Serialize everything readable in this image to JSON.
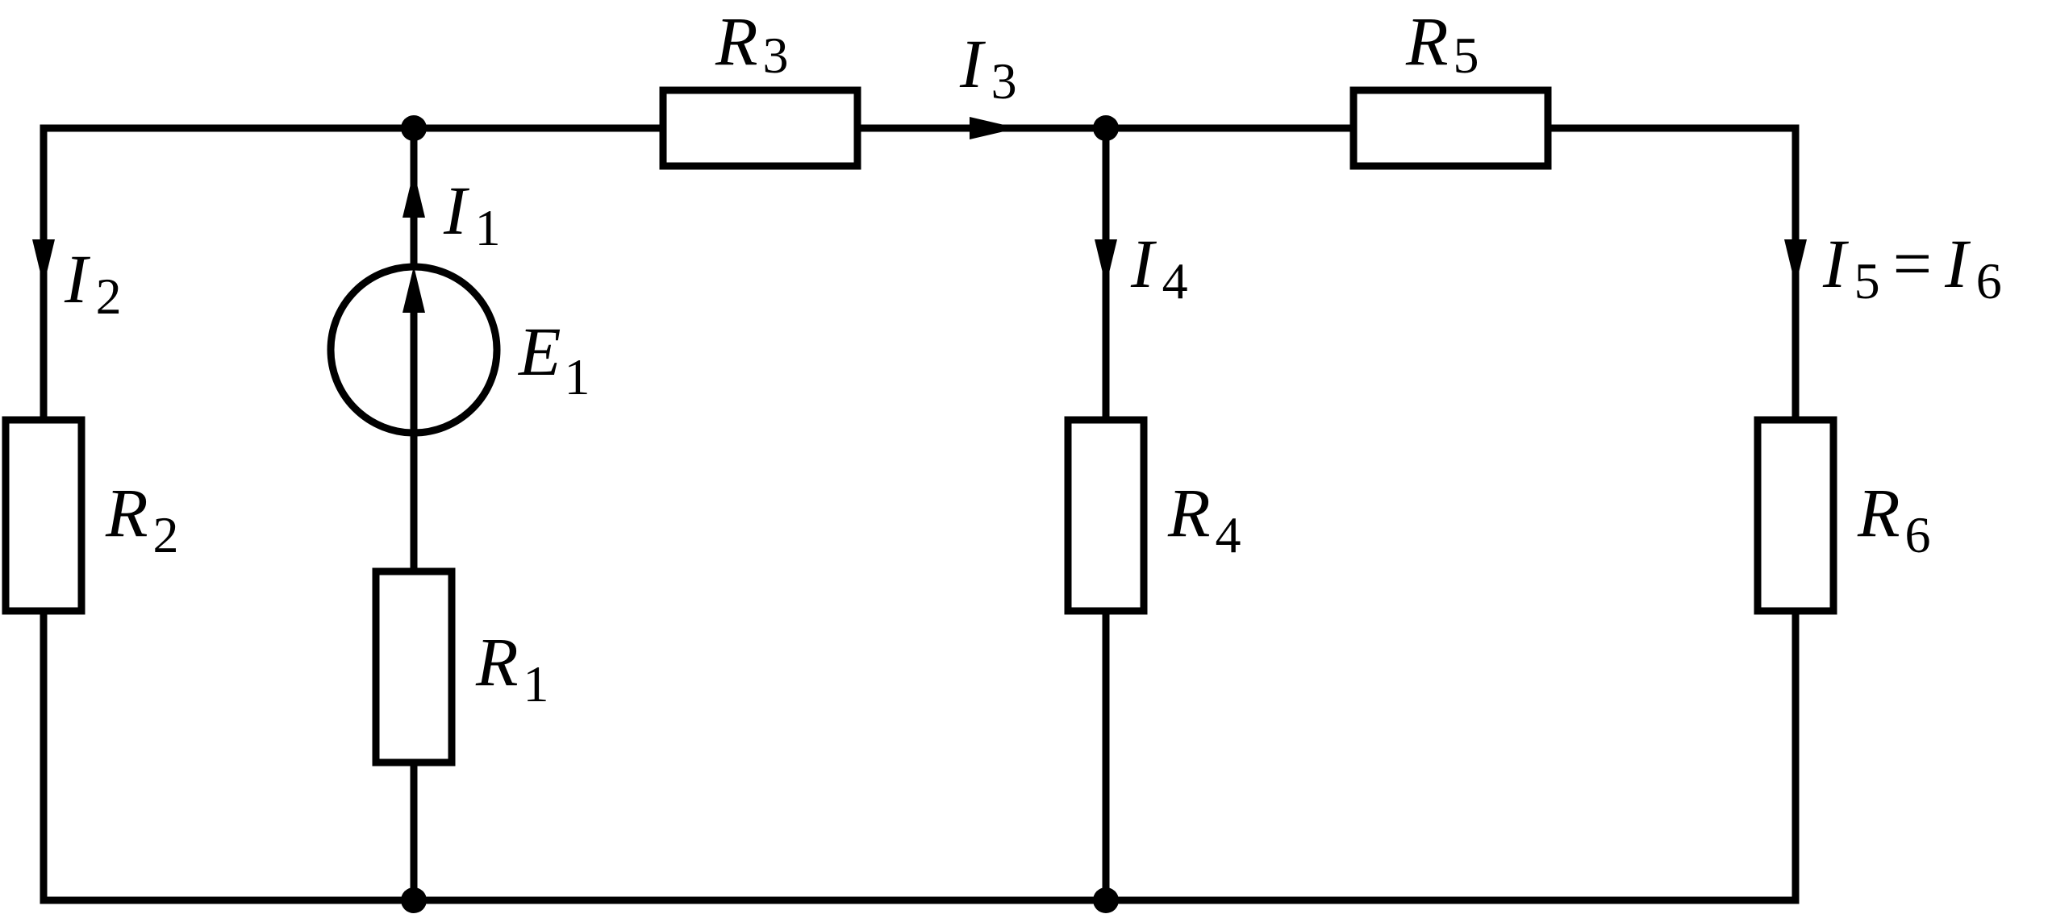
{
  "labels": {
    "r1": {
      "sym": "R",
      "sub": "1"
    },
    "r2": {
      "sym": "R",
      "sub": "2"
    },
    "r3": {
      "sym": "R",
      "sub": "3"
    },
    "r4": {
      "sym": "R",
      "sub": "4"
    },
    "r5": {
      "sym": "R",
      "sub": "5"
    },
    "r6": {
      "sym": "R",
      "sub": "6"
    },
    "e1": {
      "sym": "E",
      "sub": "1"
    },
    "i1": {
      "sym": "I",
      "sub": "1"
    },
    "i2": {
      "sym": "I",
      "sub": "2"
    },
    "i3": {
      "sym": "I",
      "sub": "3"
    },
    "i4": {
      "sym": "I",
      "sub": "4"
    },
    "i5": {
      "sym": "I",
      "sub": "5"
    },
    "eq": "=",
    "i6": {
      "sym": "I",
      "sub": "6"
    }
  },
  "colors": {
    "line": "#000000",
    "background": "#ffffff"
  }
}
